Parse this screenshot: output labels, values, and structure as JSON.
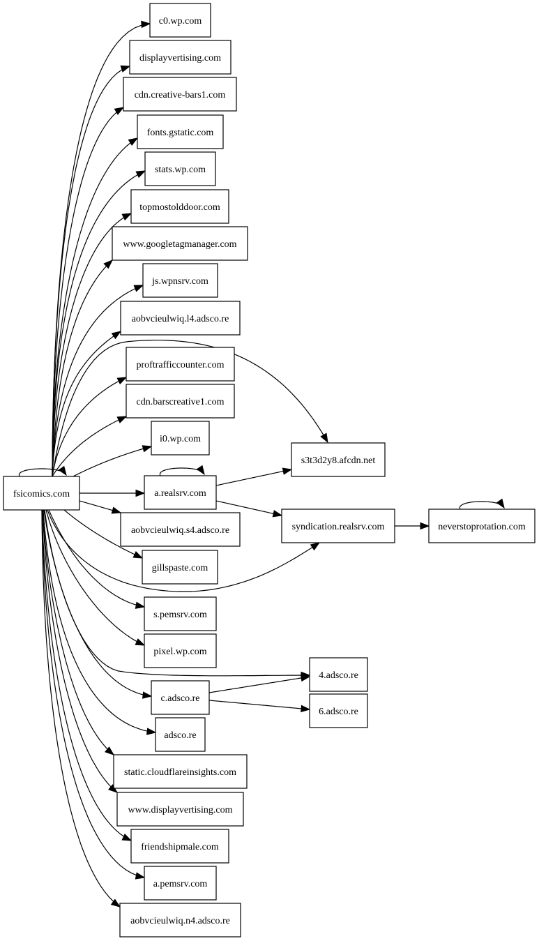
{
  "graph": {
    "root": "fsicomics.com",
    "nodes": [
      {
        "id": "fsicomics",
        "label": "fsicomics.com"
      },
      {
        "id": "c0wp",
        "label": "c0.wp.com"
      },
      {
        "id": "displayvertising",
        "label": "displayvertising.com"
      },
      {
        "id": "cdncreativebars1",
        "label": "cdn.creative-bars1.com"
      },
      {
        "id": "fontsgstatic",
        "label": "fonts.gstatic.com"
      },
      {
        "id": "statswp",
        "label": "stats.wp.com"
      },
      {
        "id": "topmostolddoor",
        "label": "topmostolddoor.com"
      },
      {
        "id": "googletagmanager",
        "label": "www.googletagmanager.com"
      },
      {
        "id": "jswpnsrv",
        "label": "js.wpnsrv.com"
      },
      {
        "id": "aobvl4",
        "label": "aobvcieulwiq.l4.adsco.re"
      },
      {
        "id": "proftraffic",
        "label": "proftrafficcounter.com"
      },
      {
        "id": "cdnbarscreative1",
        "label": "cdn.barscreative1.com"
      },
      {
        "id": "i0wp",
        "label": "i0.wp.com"
      },
      {
        "id": "s3t3d2y8",
        "label": "s3t3d2y8.afcdn.net"
      },
      {
        "id": "arealsrv",
        "label": "a.realsrv.com"
      },
      {
        "id": "syndication",
        "label": "syndication.realsrv.com"
      },
      {
        "id": "neverstop",
        "label": "neverstoprotation.com"
      },
      {
        "id": "aobvs4",
        "label": "aobvcieulwiq.s4.adsco.re"
      },
      {
        "id": "gillspaste",
        "label": "gillspaste.com"
      },
      {
        "id": "spemsrv",
        "label": "s.pemsrv.com"
      },
      {
        "id": "pixelwp",
        "label": "pixel.wp.com"
      },
      {
        "id": "adsco4",
        "label": "4.adsco.re"
      },
      {
        "id": "cadsco",
        "label": "c.adsco.re"
      },
      {
        "id": "adsco6",
        "label": "6.adsco.re"
      },
      {
        "id": "adsco",
        "label": "adsco.re"
      },
      {
        "id": "cloudflare",
        "label": "static.cloudflareinsights.com"
      },
      {
        "id": "wwwdisplayvertising",
        "label": "www.displayvertising.com"
      },
      {
        "id": "friendshipmale",
        "label": "friendshipmale.com"
      },
      {
        "id": "apemsrv",
        "label": "a.pemsrv.com"
      },
      {
        "id": "aobvn4",
        "label": "aobvcieulwiq.n4.adsco.re"
      }
    ],
    "edges": [
      {
        "from": "fsicomics",
        "to": "fsicomics"
      },
      {
        "from": "fsicomics",
        "to": "c0wp"
      },
      {
        "from": "fsicomics",
        "to": "displayvertising"
      },
      {
        "from": "fsicomics",
        "to": "cdncreativebars1"
      },
      {
        "from": "fsicomics",
        "to": "fontsgstatic"
      },
      {
        "from": "fsicomics",
        "to": "statswp"
      },
      {
        "from": "fsicomics",
        "to": "topmostolddoor"
      },
      {
        "from": "fsicomics",
        "to": "googletagmanager"
      },
      {
        "from": "fsicomics",
        "to": "jswpnsrv"
      },
      {
        "from": "fsicomics",
        "to": "aobvl4"
      },
      {
        "from": "fsicomics",
        "to": "s3t3d2y8"
      },
      {
        "from": "fsicomics",
        "to": "proftraffic"
      },
      {
        "from": "fsicomics",
        "to": "cdnbarscreative1"
      },
      {
        "from": "fsicomics",
        "to": "i0wp"
      },
      {
        "from": "fsicomics",
        "to": "arealsrv"
      },
      {
        "from": "fsicomics",
        "to": "aobvs4"
      },
      {
        "from": "fsicomics",
        "to": "gillspaste"
      },
      {
        "from": "fsicomics",
        "to": "syndication"
      },
      {
        "from": "fsicomics",
        "to": "spemsrv"
      },
      {
        "from": "fsicomics",
        "to": "pixelwp"
      },
      {
        "from": "fsicomics",
        "to": "adsco4"
      },
      {
        "from": "fsicomics",
        "to": "cadsco"
      },
      {
        "from": "fsicomics",
        "to": "adsco"
      },
      {
        "from": "fsicomics",
        "to": "cloudflare"
      },
      {
        "from": "fsicomics",
        "to": "wwwdisplayvertising"
      },
      {
        "from": "fsicomics",
        "to": "friendshipmale"
      },
      {
        "from": "fsicomics",
        "to": "apemsrv"
      },
      {
        "from": "fsicomics",
        "to": "aobvn4"
      },
      {
        "from": "arealsrv",
        "to": "arealsrv"
      },
      {
        "from": "arealsrv",
        "to": "s3t3d2y8"
      },
      {
        "from": "arealsrv",
        "to": "syndication"
      },
      {
        "from": "syndication",
        "to": "neverstop"
      },
      {
        "from": "neverstop",
        "to": "neverstop"
      },
      {
        "from": "cadsco",
        "to": "adsco4"
      },
      {
        "from": "cadsco",
        "to": "adsco6"
      }
    ]
  }
}
